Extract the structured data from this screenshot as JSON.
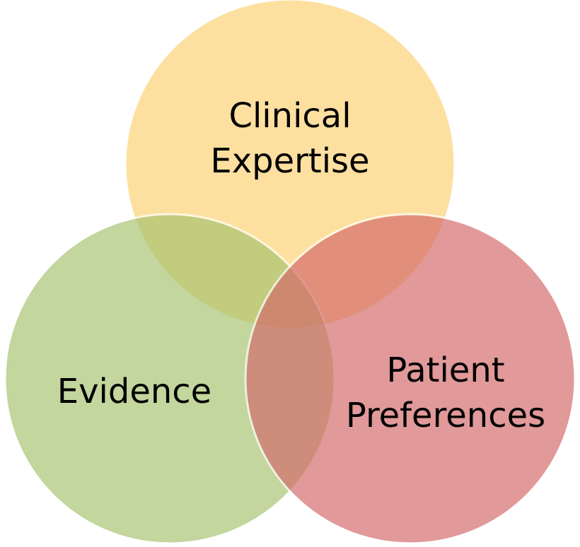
{
  "circles": [
    {
      "id": "clinical",
      "lines": [
        "Clinical",
        "Expertise"
      ],
      "color": "#FDD274"
    },
    {
      "id": "evidence",
      "lines": [
        "Evidence"
      ],
      "color": "#A6C36F"
    },
    {
      "id": "patient",
      "lines": [
        "Patient",
        "Preferences"
      ],
      "color": "#D46A6A"
    }
  ]
}
